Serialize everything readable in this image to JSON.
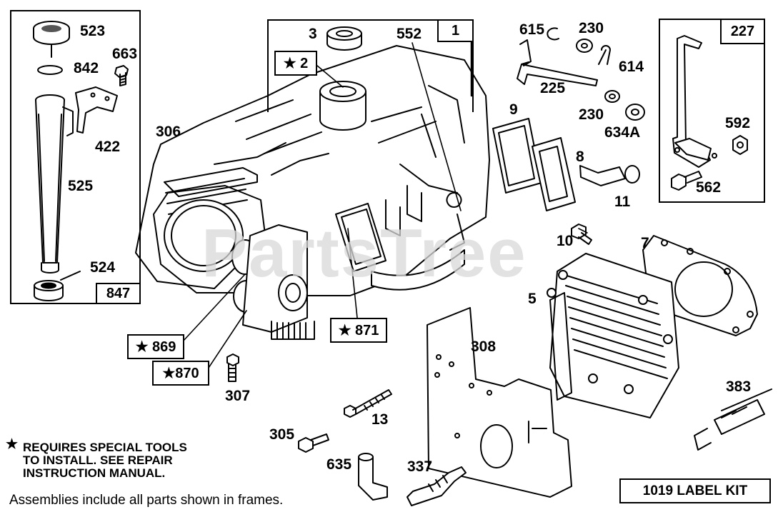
{
  "watermark": "PartsTree",
  "frames": {
    "left_frame_box": "847",
    "center_frame_box": "1",
    "right_frame_box": "227"
  },
  "starred_boxes": {
    "b2": "★ 2",
    "b869": "★ 869",
    "b870": "★870",
    "b871": "★ 871"
  },
  "part_labels": {
    "p523": "523",
    "p663": "663",
    "p842": "842",
    "p422": "422",
    "p525": "525",
    "p524": "524",
    "p306": "306",
    "p3": "3",
    "p552": "552",
    "p615": "615",
    "p230a": "230",
    "p614": "614",
    "p225": "225",
    "p230b": "230",
    "p634a": "634A",
    "p9": "9",
    "p8": "8",
    "p11": "11",
    "p592": "592",
    "p562": "562",
    "p10": "10",
    "p7": "7",
    "p5": "5",
    "p308": "308",
    "p307": "307",
    "p13": "13",
    "p305": "305",
    "p635": "635",
    "p337": "337",
    "p383": "383"
  },
  "notes": {
    "star_line1": "REQUIRES SPECIAL TOOLS",
    "star_line2": "TO INSTALL.  SEE REPAIR",
    "star_line3": "INSTRUCTION MANUAL.",
    "star_symbol": "★",
    "assemblies": "Assemblies include all parts shown in frames.",
    "label_kit": "1019 LABEL KIT"
  }
}
